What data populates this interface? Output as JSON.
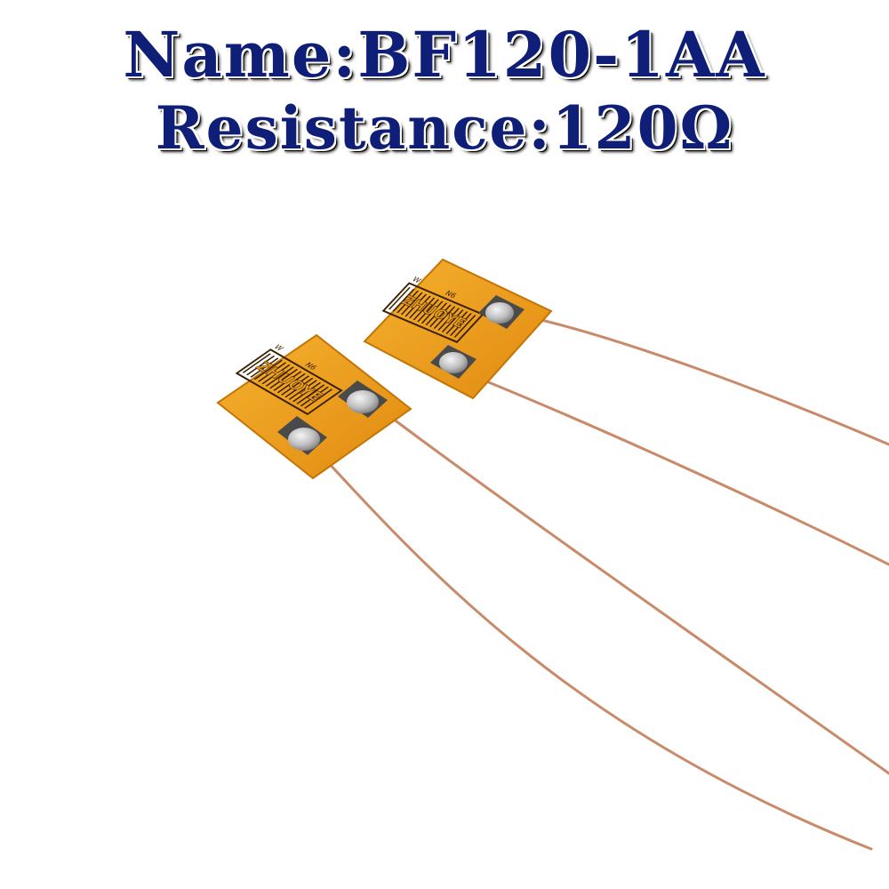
{
  "headline": {
    "name_line": "Name:BF120-1AA",
    "resistance_line": "Resistance:120Ω"
  },
  "gauge": {
    "brand_text": "ZHUOYE",
    "code_text": "N6",
    "mark_text": "W"
  },
  "colors": {
    "title_text": "#0f1f78",
    "substrate": "#f0a11c",
    "grid": "#3a2000",
    "pad": "#4a4a4a",
    "solder": "#c8c8c8",
    "wire": "#c98a6a"
  }
}
